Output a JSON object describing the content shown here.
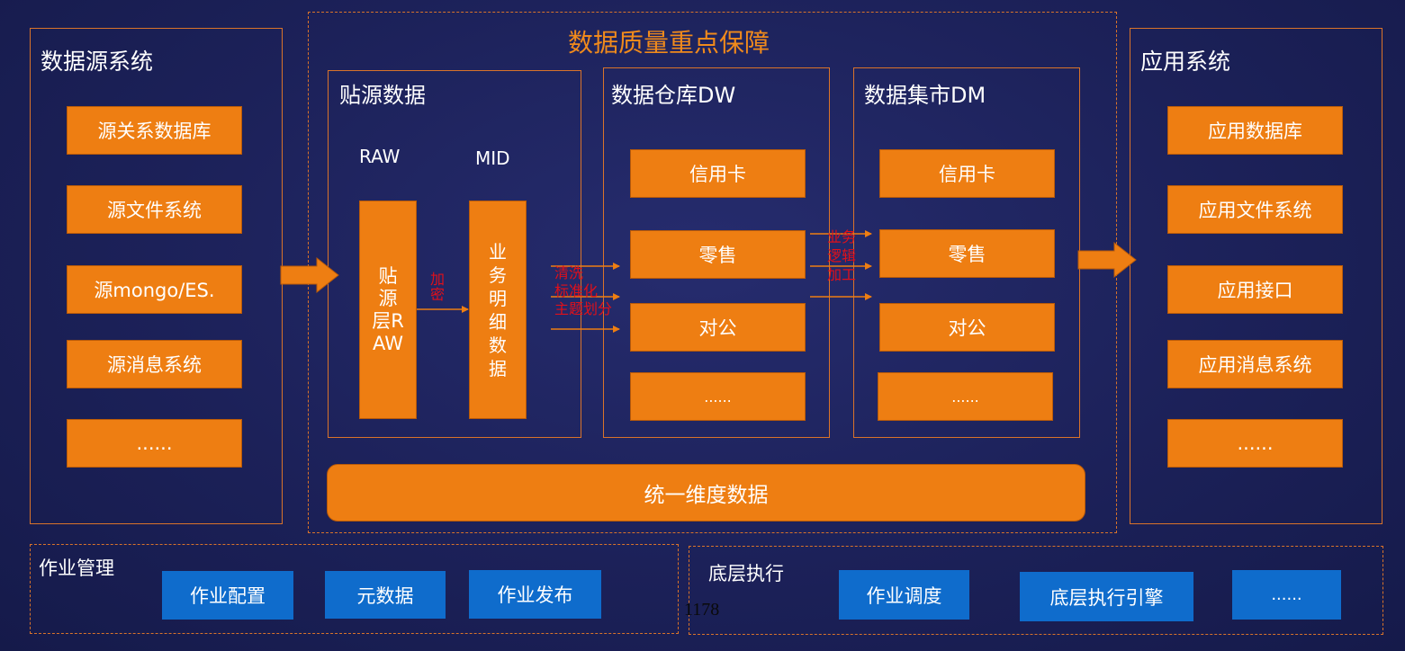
{
  "center_title": "数据质量重点保障",
  "source": {
    "title": "数据源系统",
    "items": [
      "源关系数据库",
      "源文件系统",
      "源mongo/ES.",
      "源消息系统",
      "......"
    ]
  },
  "raw_section": {
    "title": "贴源数据",
    "raw_label": "RAW",
    "mid_label": "MID",
    "raw_box": "贴源层RAW",
    "mid_box": "业务明细数据",
    "encrypt": "加密"
  },
  "dw": {
    "title": "数据仓库DW",
    "items": [
      "信用卡",
      "零售",
      "对公",
      "......"
    ]
  },
  "dm": {
    "title": "数据集市DM",
    "items": [
      "信用卡",
      "零售",
      "对公",
      "......"
    ]
  },
  "app": {
    "title": "应用系统",
    "items": [
      "应用数据库",
      "应用文件系统",
      "应用接口",
      "应用消息系统",
      "......"
    ]
  },
  "annotations": {
    "clean": "清洗",
    "standardize": "标准化",
    "theme": "主题划分",
    "business": "业务",
    "logic": "逻辑",
    "process": "加工"
  },
  "unified": "统一维度数据",
  "job_mgmt": {
    "title": "作业管理",
    "items": [
      "作业配置",
      "元数据",
      "作业发布"
    ]
  },
  "exec": {
    "title": "底层执行",
    "items": [
      "作业调度",
      "底层执行引擎",
      "......"
    ]
  },
  "footnote": "1178",
  "colors": {
    "background": "#1c2159",
    "orange": "#ee7e12",
    "border": "#d9732a",
    "blue": "#0f6ccc",
    "title_orange": "#f08a1c",
    "red_text": "#e0101a"
  }
}
